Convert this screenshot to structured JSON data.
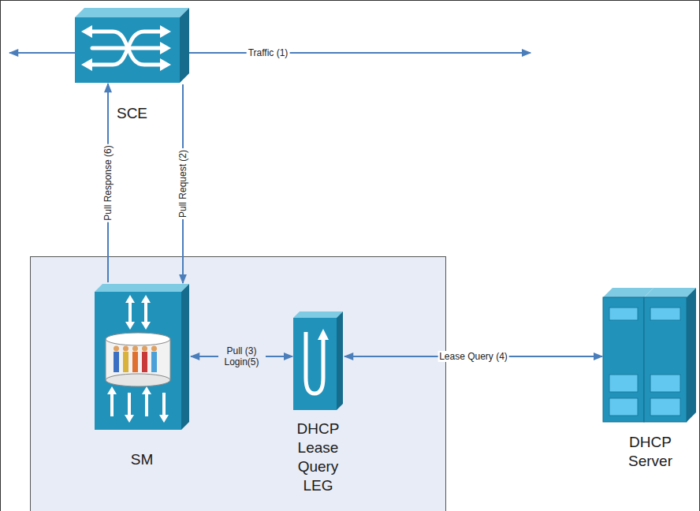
{
  "diagram": {
    "nodes": [
      {
        "text": [
          "SCE"
        ]
      },
      {
        "text": [
          "SM"
        ]
      },
      {
        "text": [
          "DHCP Lease Query LEG"
        ]
      },
      {
        "text": [
          "DHCP Server"
        ]
      }
    ],
    "edges": [
      {
        "from": 0,
        "to": 1,
        "arrow": "to",
        "label": "Pull Request (2)"
      },
      {
        "from": 1,
        "to": 0,
        "arrow": "to",
        "label": "Pull Response (6)"
      },
      {
        "from": 1,
        "to": 2,
        "arrow": "both",
        "label": "Pull (3) Login(5)"
      },
      {
        "from": 2,
        "to": 3,
        "arrow": "both",
        "label": "Lease Query (4)"
      }
    ],
    "labels": [
      "Traffic (1)"
    ]
  }
}
